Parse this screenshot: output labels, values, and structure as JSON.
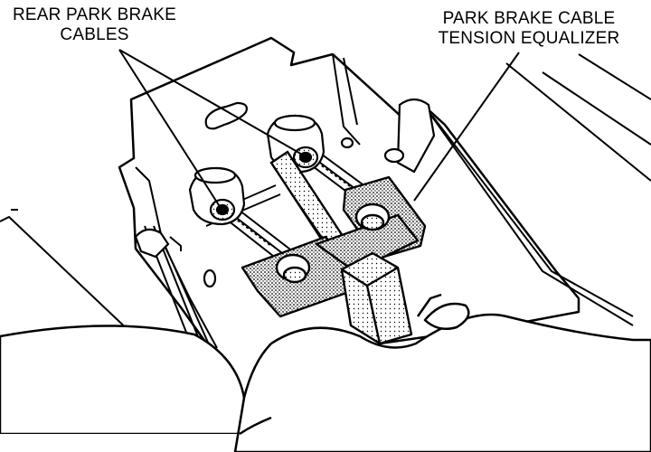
{
  "labels": {
    "rear_cables": {
      "line1": "REAR PARK BRAKE",
      "line2": "CABLES"
    },
    "equalizer": {
      "line1": "PARK BRAKE CABLE",
      "line2": "TENSION  EQUALIZER"
    }
  },
  "colors": {
    "ink": "#000000",
    "paper": "#ffffff",
    "shade": "#9a9a9a"
  }
}
